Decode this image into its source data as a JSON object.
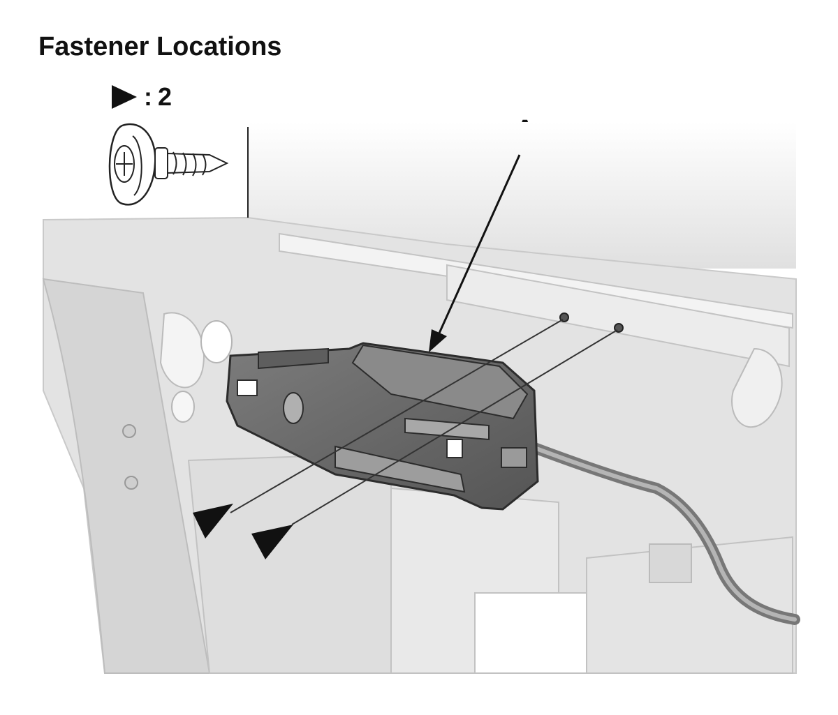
{
  "title": "Fastener Locations",
  "legend": {
    "separator": ":",
    "count": "2",
    "icon": "triangle-marker-icon"
  },
  "callout_label": "A",
  "fastener_icon": "screw-icon",
  "colors": {
    "ink": "#111111",
    "part": "#6b6b6b",
    "background_panel": "#e2e2e2"
  }
}
